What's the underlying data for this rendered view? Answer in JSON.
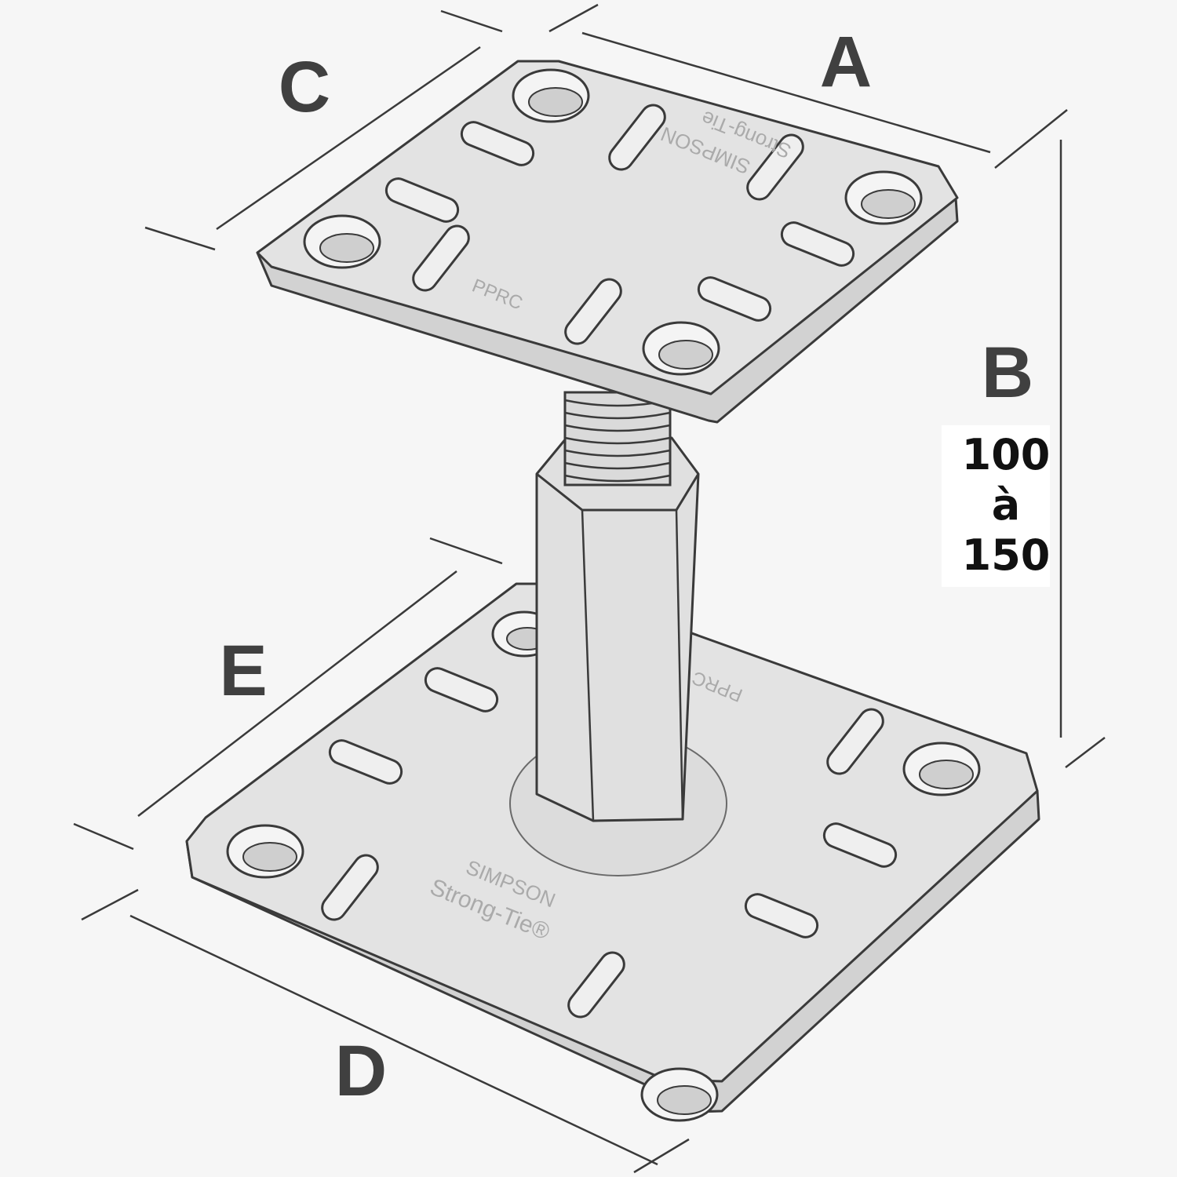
{
  "dimensions": {
    "A": "A",
    "B": "B",
    "C": "C",
    "D": "D",
    "E": "E"
  },
  "height_range": {
    "min": "100",
    "sep": "à",
    "max": "150"
  },
  "stamps": {
    "top_brand_1": "SIMPSON",
    "top_brand_2": "Strong-Tie",
    "top_code": "PPRC",
    "bottom_code": "PPRC",
    "bottom_brand_1": "SIMPSON",
    "bottom_brand_2": "Strong-Tie®"
  },
  "colors": {
    "background": "#f6f6f6",
    "line": "#3a3a3a",
    "metal": "#e3e3e3",
    "letters": "#404040"
  }
}
